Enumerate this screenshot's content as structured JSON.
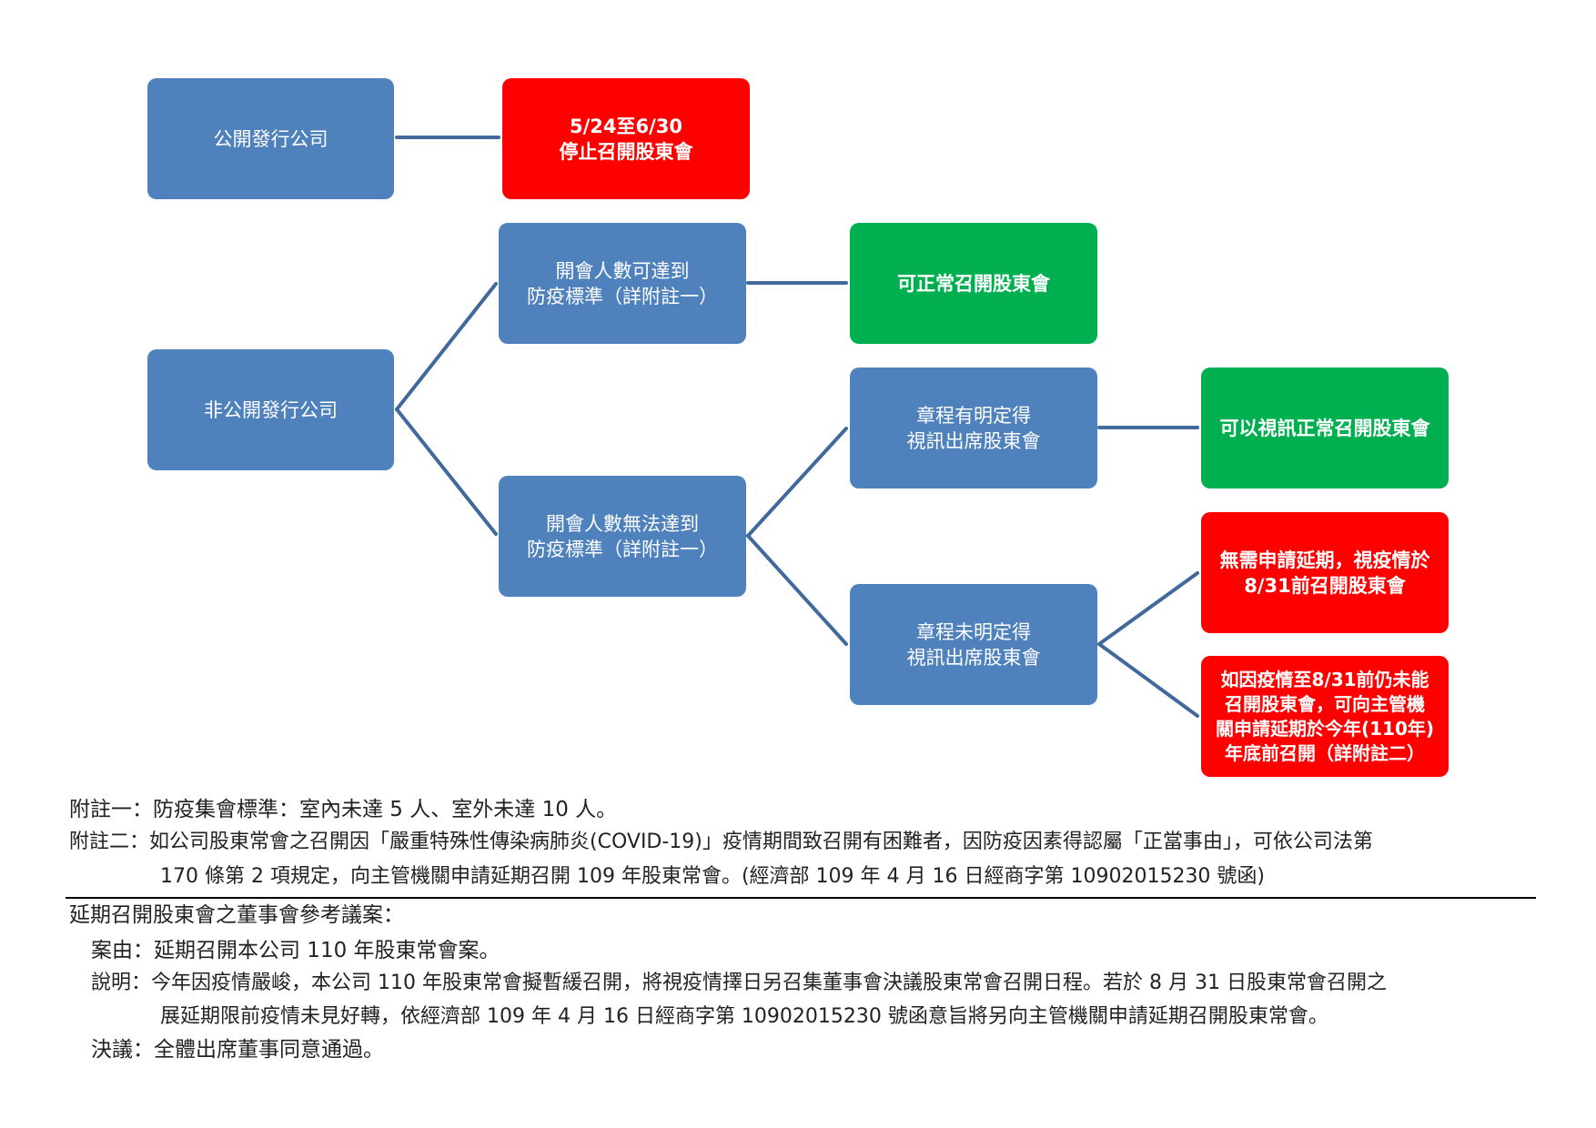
{
  "boxes": {
    "public_company": "公開發行公司",
    "public_stop": [
      "5/24至6/30",
      "停止召開股東會"
    ],
    "nonpublic_company": "非公開發行公司",
    "meeting_meets": [
      "開會人數可達到",
      "防疫標準（詳附註一）"
    ],
    "normal_meeting": "可正常召開股東會",
    "meeting_not_meets": [
      "開會人數無法達到",
      "防疫標準（詳附註一）"
    ],
    "charter_video": [
      "章程有明定得",
      "視訊出席股東會"
    ],
    "video_normal_meeting": "可以視訊正常召開股東會",
    "charter_no_video": [
      "章程未明定得",
      "視訊出席股東會"
    ],
    "no_extension": [
      "無需申請延期，視疫情於",
      "8/31前召開股東會"
    ],
    "apply_extension": [
      "如因疫情至8/31前仍未能",
      "召開股東會，可向主管機",
      "關申請延期於今年(110年)",
      "年底前召開（詳附註二）"
    ]
  },
  "notes": {
    "note1_label": "附註一：",
    "note1_text": "防疫集會標準：室內未達 5 人、室外未達 10 人。",
    "note2_label": "附註二：",
    "note2_line1": "如公司股東常會之召開因「嚴重特殊性傳染病肺炎(COVID-19)」疫情期間致召開有困難者，因防疫因素得認屬「正當事由」，可依公司法第",
    "note2_line2": "170 條第 2 項規定，向主管機關申請延期召開 109 年股東常會。(經濟部 109 年 4 月 16 日經商字第 10902015230 號函)"
  },
  "resolution": {
    "heading": "延期召開股東會之董事會參考議案：",
    "cause_label": "案由：",
    "cause_text": "延期召開本公司 110 年股東常會案。",
    "explain_label": "說明：",
    "explain_line1": "今年因疫情嚴峻，本公司 110 年股東常會擬暫緩召開，將視疫情擇日另召集董事會決議股東常會召開日程。若於 8 月 31 日股東常會召開之",
    "explain_line2": "展延期限前疫情未見好轉，依經濟部 109 年 4 月 16 日經商字第 10902015230 號函意旨將另向主管機關申請延期召開股東常會。",
    "decision_label": "決議：",
    "decision_text": "全體出席董事同意通過。"
  },
  "colors": {
    "blue_box": "#4f81bd",
    "red_box": "#ff0000",
    "green_box": "#00b050",
    "connector": "#41699b"
  }
}
